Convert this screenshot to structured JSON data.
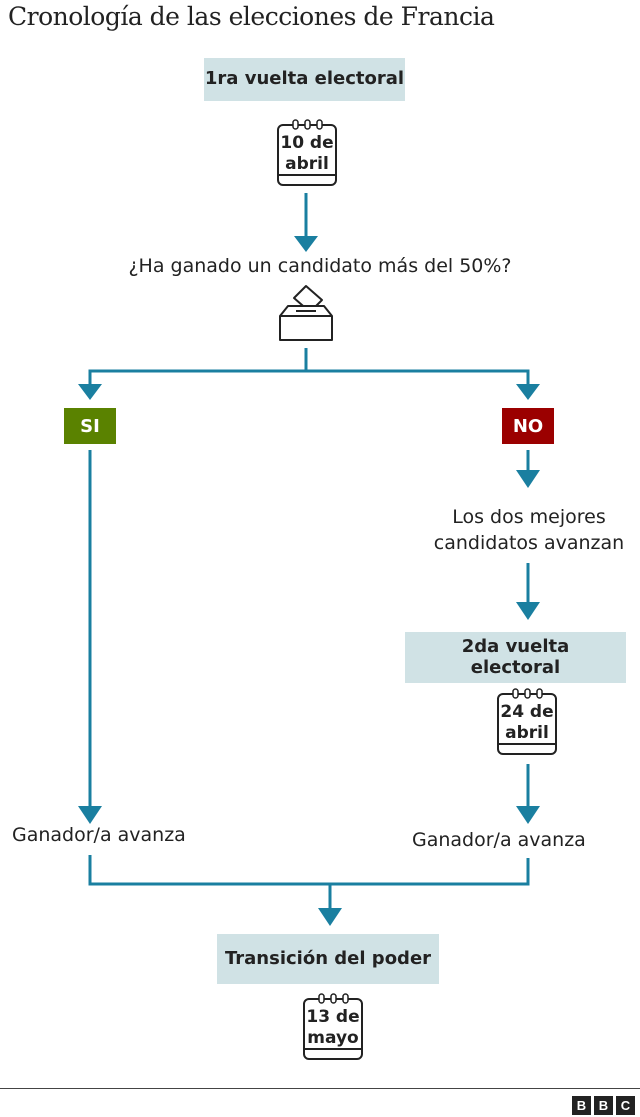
{
  "title": "Cronología de las elecciones de Francia",
  "round1": {
    "label": "1ra vuelta electoral",
    "date_line1": "10 de",
    "date_line2": "abril"
  },
  "question": {
    "text": "¿Ha ganado un candidato más del 50%?",
    "icon": "ballot-box-icon"
  },
  "branches": {
    "yes": {
      "label": "SI",
      "color": "#5a8200",
      "outcome": "Ganador/a avanza"
    },
    "no": {
      "label": "NO",
      "color": "#9b0000",
      "step": "Los dos mejores candidatos avanzan",
      "step_line1": "Los dos mejores",
      "step_line2": "candidatos avanzan",
      "round2": {
        "label_line1": "2da vuelta",
        "label_line2": "electoral",
        "date_line1": "24 de",
        "date_line2": "abril"
      },
      "outcome": "Ganador/a avanza"
    }
  },
  "final": {
    "label": "Transición del poder",
    "date_line1": "13 de",
    "date_line2": "mayo"
  },
  "colors": {
    "arrow": "#1a7fa0",
    "box_bg": "#d0e2e5",
    "text": "#222222"
  },
  "footer": {
    "logo": [
      "B",
      "B",
      "C"
    ]
  }
}
